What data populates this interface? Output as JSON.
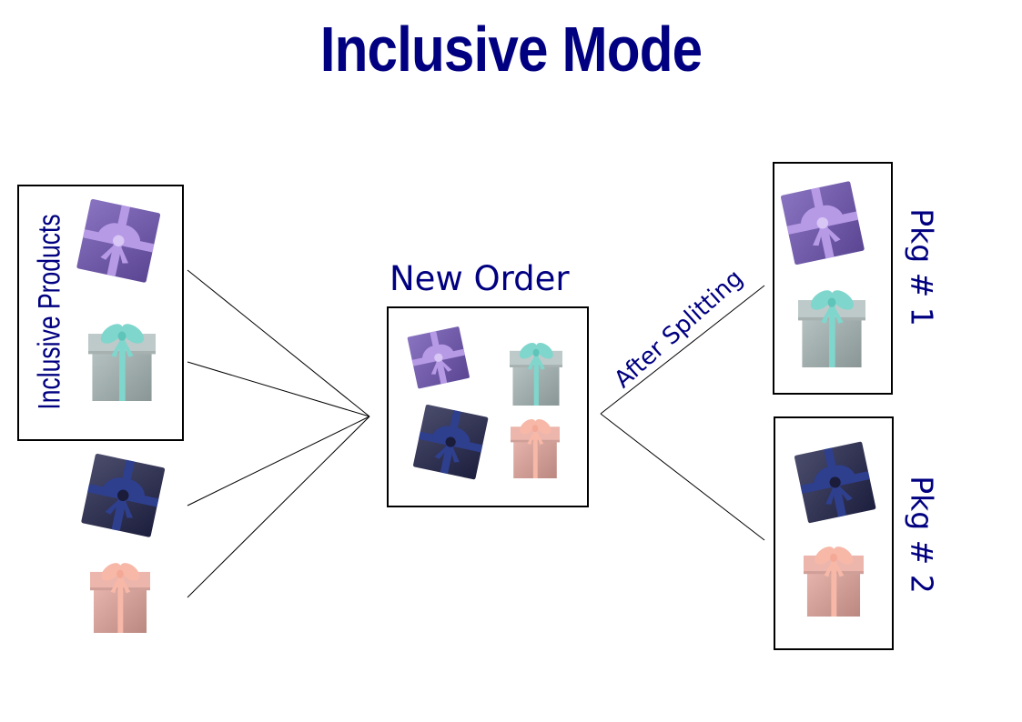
{
  "title": "Inclusive Mode",
  "labels": {
    "inclusive_products": "Inclusive Products",
    "new_order": "New Order",
    "after_splitting": "After Splitting",
    "pkg1": "Pkg # 1",
    "pkg2": "Pkg # 2"
  },
  "colors": {
    "text": "#000080",
    "purple_box": "#6f55b4",
    "purple_ribbon": "#b79ae6",
    "mint_box": "#a7b7b6",
    "mint_ribbon": "#7fd6cd",
    "navy_box": "#23254b",
    "navy_ribbon": "#2e3f8e",
    "pink_box": "#e3a69c",
    "pink_ribbon": "#f7b8a8"
  },
  "gift_icons": [
    "purple-gift-box-icon",
    "mint-gift-box-icon",
    "navy-gift-box-icon",
    "pink-gift-box-icon"
  ]
}
